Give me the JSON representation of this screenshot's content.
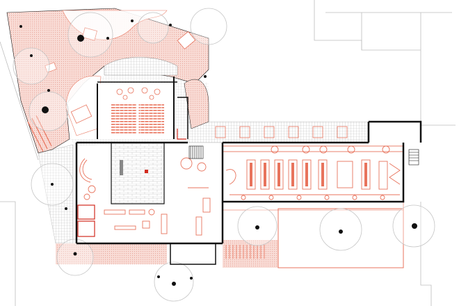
{
  "drawing": {
    "colors": {
      "background": "#ffffff",
      "wall": "#111111",
      "furniture": "#e8735c",
      "landscape_fill": "#f6c9c2",
      "paving": "#cfcfcf",
      "context_line": "#bdbdbd",
      "tree_outline": "#c4c4c4",
      "tree_trunk": "#111111",
      "accent_red": "#d22a1e"
    },
    "icons": [
      "tree-symbol",
      "seat-row",
      "bookshelf",
      "table-with-chairs"
    ]
  }
}
